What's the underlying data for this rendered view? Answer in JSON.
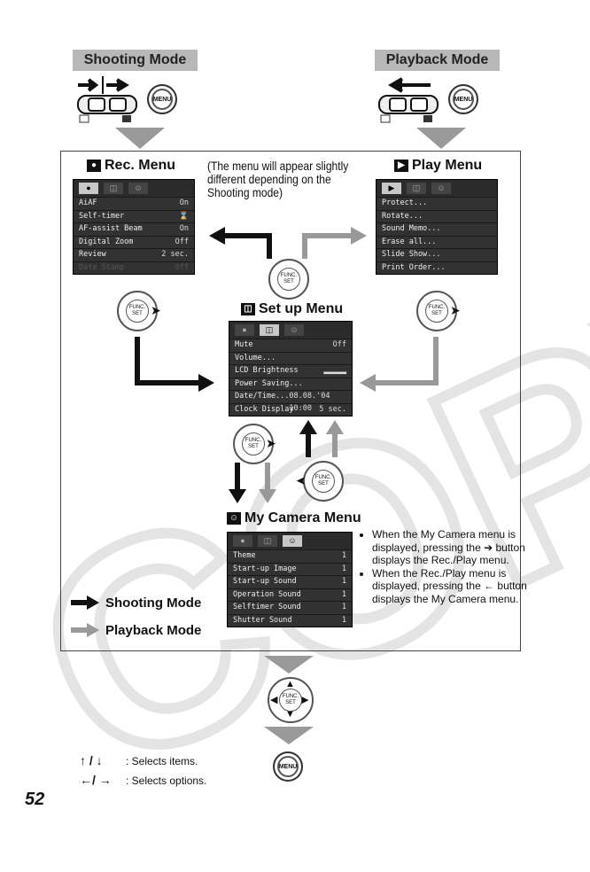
{
  "modes": {
    "shooting": "Shooting Mode",
    "playback": "Playback Mode"
  },
  "buttons": {
    "menu": "MENU",
    "func_line1": "FUNC.",
    "func_line2": "SET"
  },
  "rec_menu": {
    "title": "Rec. Menu",
    "rows": [
      {
        "label": "AiAF",
        "value": "On"
      },
      {
        "label": "Self-timer",
        "value": "⌛"
      },
      {
        "label": "AF-assist Beam",
        "value": "On"
      },
      {
        "label": "Digital Zoom",
        "value": "Off"
      },
      {
        "label": "Review",
        "value": "2 sec."
      },
      {
        "label": "Date Stamp",
        "value": "Off"
      }
    ]
  },
  "note": "(The menu will appear slightly different depending on the Shooting mode)",
  "play_menu": {
    "title": "Play Menu",
    "rows": [
      {
        "label": "Protect..."
      },
      {
        "label": "Rotate..."
      },
      {
        "label": "Sound Memo..."
      },
      {
        "label": "Erase all..."
      },
      {
        "label": "Slide Show..."
      },
      {
        "label": "Print Order..."
      }
    ]
  },
  "setup_menu": {
    "title": "Set up Menu",
    "rows": [
      {
        "label": "Mute",
        "value": "Off"
      },
      {
        "label": "Volume...",
        "value": ""
      },
      {
        "label": "LCD Brightness",
        "value": "▂▂▂▂▂"
      },
      {
        "label": "Power Saving...",
        "value": ""
      },
      {
        "label": "Date/Time...",
        "value": "08.08.'04 10:00"
      },
      {
        "label": "Clock Display",
        "value": "5 sec."
      }
    ]
  },
  "mycamera_menu": {
    "title": "My Camera Menu",
    "rows": [
      {
        "label": "Theme",
        "value": "1"
      },
      {
        "label": "Start-up Image",
        "value": "1"
      },
      {
        "label": "Start-up Sound",
        "value": "1"
      },
      {
        "label": "Operation Sound",
        "value": "1"
      },
      {
        "label": "Selftimer Sound",
        "value": "1"
      },
      {
        "label": "Shutter Sound",
        "value": "1"
      }
    ]
  },
  "bullets": [
    "When the My Camera menu is displayed, pressing the ➔ button displays the Rec./Play menu.",
    "When the Rec./Play menu is displayed, pressing the ← button displays the My Camera menu."
  ],
  "legend": {
    "shooting": "Shooting Mode",
    "playback": "Playback Mode"
  },
  "keys": {
    "updown_symbol": "↑ / ↓",
    "updown_text": ": Selects items.",
    "leftright_symbol": "←/ →",
    "leftright_text": ": Selects options."
  },
  "page_number": "52",
  "watermark": "COPY"
}
